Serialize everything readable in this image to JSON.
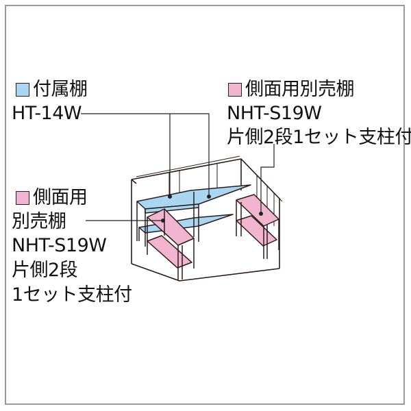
{
  "colors": {
    "accessory_shelf": "#a9d6f0",
    "side_shelf": "#f2b5cf",
    "line": "#2a1a1a",
    "frame": "#9a9a9a"
  },
  "labels": {
    "accessory": {
      "title": "付属棚",
      "model": "HT-14W",
      "color": "#a9d6f0"
    },
    "side_right": {
      "title": "側面用別売棚",
      "model": "NHT-S19W",
      "spec": "片側2段1セット支柱付",
      "color": "#f2b5cf"
    },
    "side_left": {
      "title": "側面用",
      "line2": "別売棚",
      "model": "NHT-S19W",
      "spec1": "片側2段",
      "spec2": "1セット支柱付",
      "color": "#f2b5cf"
    }
  }
}
